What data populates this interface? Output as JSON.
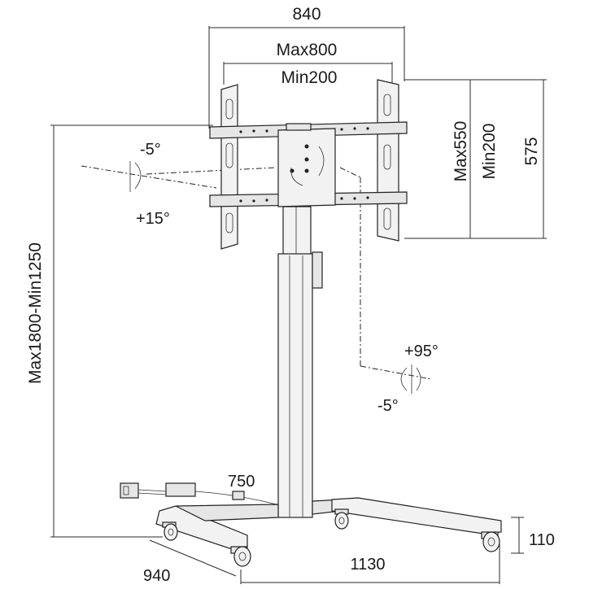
{
  "dimensions": {
    "vesa_width": "840",
    "vesa_max_width": "Max800",
    "vesa_min_width": "Min200",
    "vesa_max_height": "Max550",
    "vesa_min_height": "Min200",
    "bracket_height": "575",
    "overall_height": "Max1800-Min1250",
    "tilt_up": "-5°",
    "tilt_down": "+15°",
    "swivel_plus": "+95°",
    "swivel_minus": "-5°",
    "base_depth_inner": "750",
    "base_width": "1130",
    "base_depth": "940",
    "caster_height": "110"
  },
  "colors": {
    "line": "#222222",
    "fill": "#f2f2f2"
  }
}
